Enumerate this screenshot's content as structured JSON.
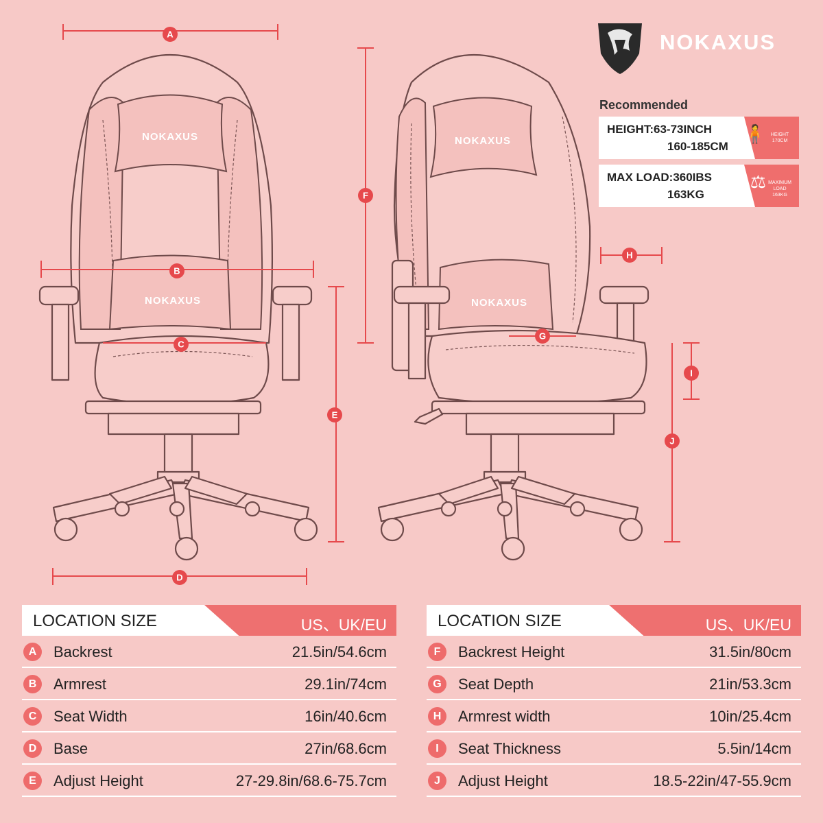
{
  "brand": {
    "name": "NOKAXUS",
    "logo_icon": "dragon-shield-icon"
  },
  "chair_brand_text": "NOKAXUS",
  "recommended": {
    "title": "Recommended",
    "height_line1": "HEIGHT:63-73INCH",
    "height_line2": "160-185CM",
    "height_badge": "HEIGHT 170CM",
    "height_icon": "person-height-icon",
    "load_line1": "MAX LOAD:360IBS",
    "load_line2": "163KG",
    "load_badge": "MAXIMUM LOAD 163KG",
    "load_icon": "weight-icon"
  },
  "dimension_markers": [
    "A",
    "B",
    "C",
    "D",
    "E",
    "F",
    "G",
    "H",
    "I",
    "J"
  ],
  "table_left": {
    "title": "LOCATION SIZE",
    "region": "US、UK/EU",
    "rows": [
      {
        "letter": "A",
        "label": "Backrest",
        "value": "21.5in/54.6cm"
      },
      {
        "letter": "B",
        "label": "Armrest",
        "value": "29.1in/74cm"
      },
      {
        "letter": "C",
        "label": "Seat Width",
        "value": "16in/40.6cm"
      },
      {
        "letter": "D",
        "label": "Base",
        "value": "27in/68.6cm"
      },
      {
        "letter": "E",
        "label": "Adjust Height",
        "value": "27-29.8in/68.6-75.7cm"
      }
    ]
  },
  "table_right": {
    "title": "LOCATION SIZE",
    "region": "US、UK/EU",
    "rows": [
      {
        "letter": "F",
        "label": "Backrest Height",
        "value": "31.5in/80cm"
      },
      {
        "letter": "G",
        "label": "Seat Depth",
        "value": "21in/53.3cm"
      },
      {
        "letter": "H",
        "label": "Armrest width",
        "value": "10in/25.4cm"
      },
      {
        "letter": "I",
        "label": "Seat Thickness",
        "value": "5.5in/14cm"
      },
      {
        "letter": "J",
        "label": "Adjust Height",
        "value": "18.5-22in/47-55.9cm"
      }
    ]
  },
  "colors": {
    "background": "#f7c9c7",
    "accent": "#ee6b6b",
    "outline": "#6e4a4a"
  }
}
